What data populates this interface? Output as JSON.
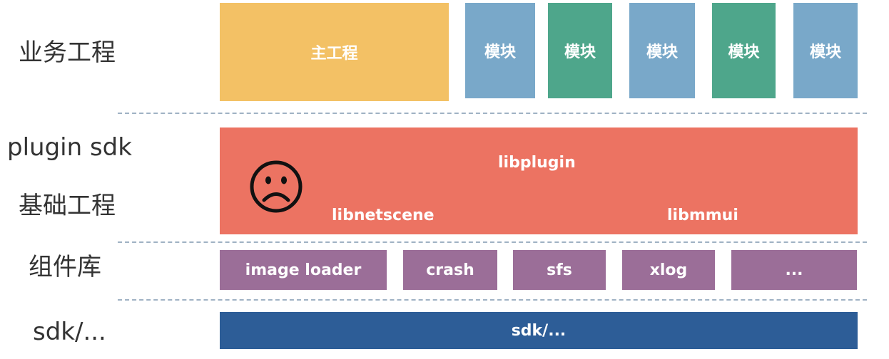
{
  "labels": {
    "business": "业务工程",
    "plugin_sdk": "plugin sdk",
    "base": "基础工程",
    "components": "组件库",
    "sdk": "sdk/..."
  },
  "business": {
    "main": "主工程",
    "modules": [
      "模块",
      "模块",
      "模块",
      "模块",
      "模块"
    ]
  },
  "plugin": {
    "title": "libplugin",
    "left": "libnetscene",
    "right": "libmmui",
    "face_icon": "sad-face-icon"
  },
  "components": [
    "image loader",
    "crash",
    "sfs",
    "xlog",
    "..."
  ],
  "sdk_bar": "sdk/...",
  "colors": {
    "main_project": "#f3c165",
    "module_blue": "#79a8c9",
    "module_green": "#4ea68b",
    "plugin_band": "#ec7362",
    "component": "#9b6e98",
    "sdk": "#2d5d97",
    "divider": "#9fb2c4"
  }
}
